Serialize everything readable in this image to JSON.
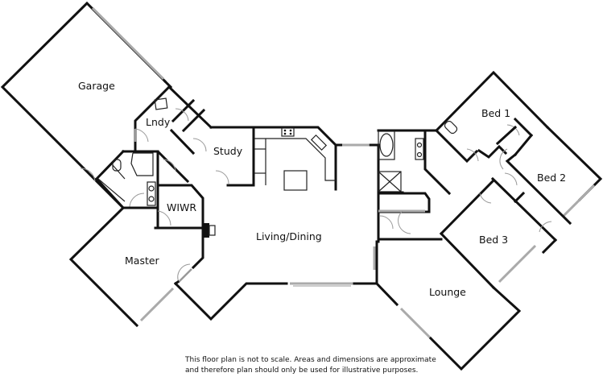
{
  "rooms": {
    "garage": "Garage",
    "laundry": "Lndy",
    "study": "Study",
    "wiwr": "WIWR",
    "master": "Master",
    "living_dining": "Living/Dining",
    "bed1": "Bed 1",
    "bed2": "Bed 2",
    "bed3": "Bed 3",
    "lounge": "Lounge"
  },
  "disclaimer": {
    "line1": "This floor plan is not to scale. Areas and dimensions are approximate",
    "line2": "and therefore plan should only be used for illustrative purposes."
  },
  "colors": {
    "wall": "#111111",
    "window": "#aaaaaa",
    "door": "#999999",
    "background": "#ffffff"
  }
}
